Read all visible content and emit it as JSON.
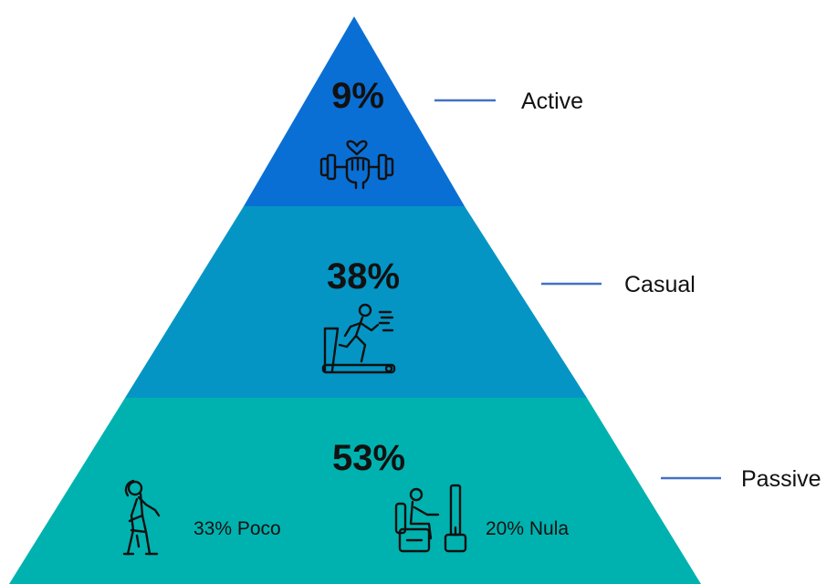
{
  "pyramid": {
    "tiers": [
      {
        "name": "active",
        "percent": "9%",
        "label": "Active",
        "color": "#0A6FD4",
        "icon": "dumbbell-heart-icon"
      },
      {
        "name": "casual",
        "percent": "38%",
        "label": "Casual",
        "color": "#0495C5",
        "icon": "treadmill-runner-icon"
      },
      {
        "name": "passive",
        "percent": "53%",
        "label": "Passive",
        "color": "#00B2AF",
        "icon": "stretching-person-icon",
        "breakdown": [
          {
            "text": "33% Poco",
            "icon": "stretching-person-icon"
          },
          {
            "text": "20% Nula",
            "icon": "sitting-person-tv-icon"
          }
        ]
      }
    ],
    "connector_color": "#4472C4"
  }
}
